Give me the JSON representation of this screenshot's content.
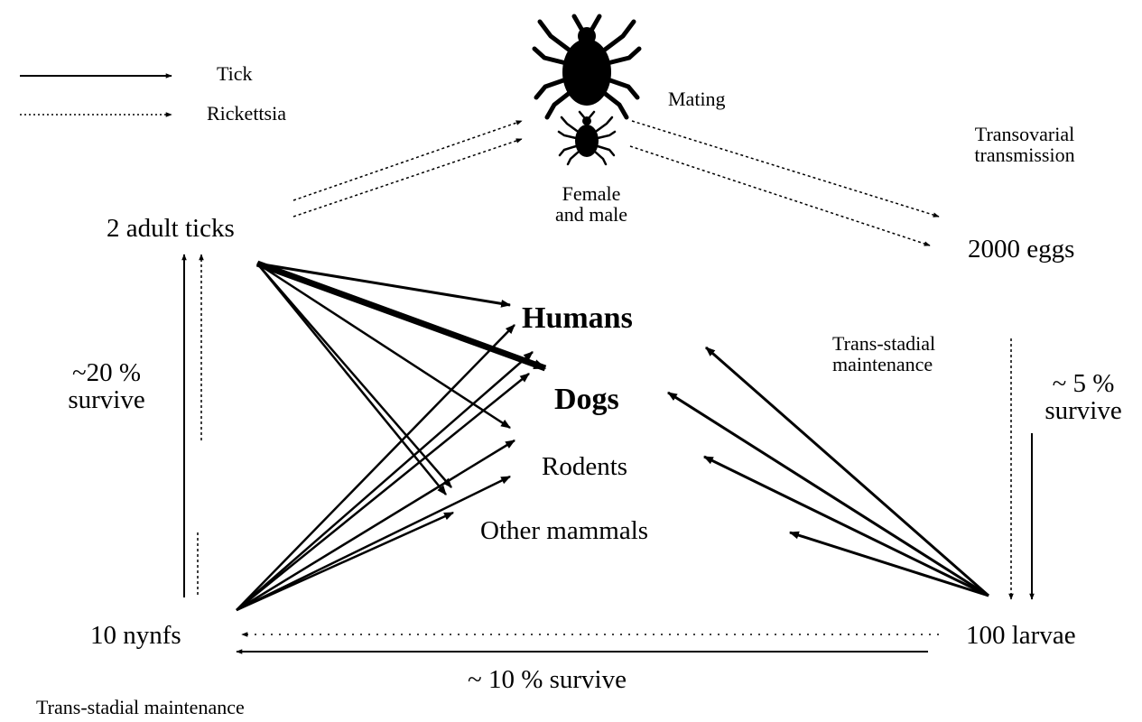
{
  "legend": {
    "tick": "Tick",
    "rickettsia": "Rickettsia"
  },
  "labels": {
    "mating": "Mating",
    "transovarial_line1": "Transovarial",
    "transovarial_line2": "transmission",
    "female_male_line1": "Female",
    "female_male_line2": "and male",
    "adult_ticks": "2 adult ticks",
    "eggs": "2000 eggs",
    "survive_20_line1": "~20 %",
    "survive_20_line2": "survive",
    "trans_stadial_line1": "Trans-stadial",
    "trans_stadial_line2": "maintenance",
    "survive_5_line1": "~ 5 %",
    "survive_5_line2": "survive",
    "nymphs": "10 nynfs",
    "larvae": "100 larvae",
    "survive_10": "~ 10 % survive",
    "trans_stadial_bottom": "Trans-stadial maintenance"
  },
  "hosts": {
    "humans": "Humans",
    "dogs": "Dogs",
    "rodents": "Rodents",
    "other_mammals": "Other mammals"
  },
  "colors": {
    "ink": "#000000",
    "background": "#ffffff"
  }
}
